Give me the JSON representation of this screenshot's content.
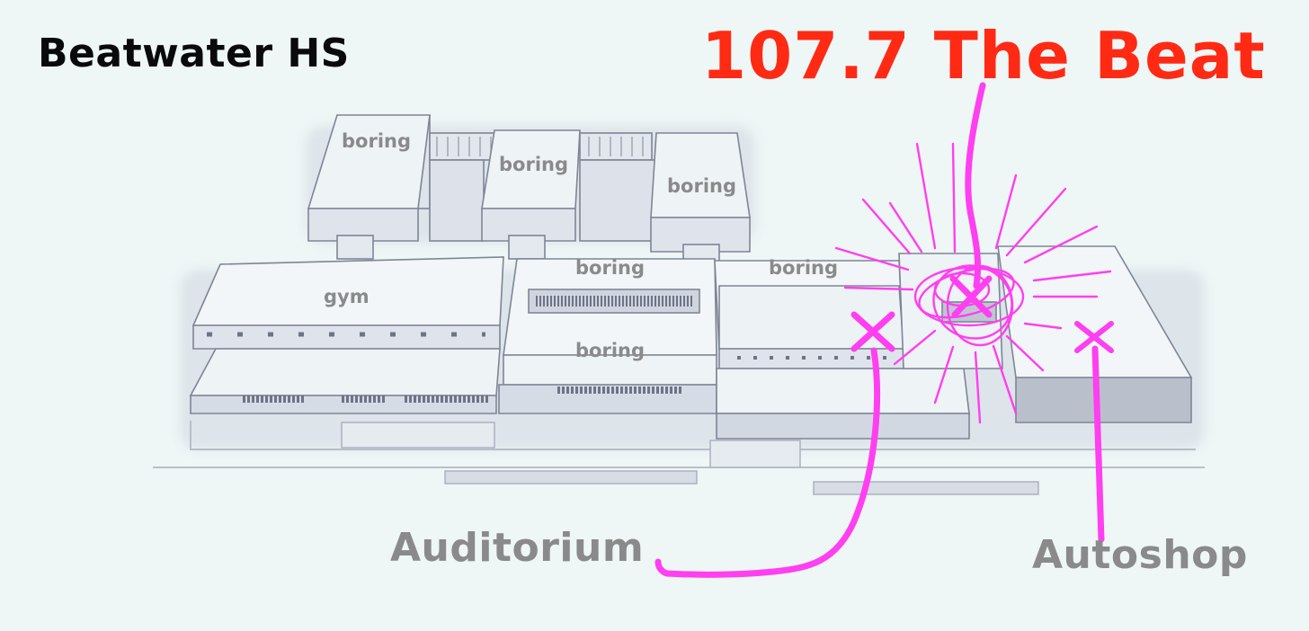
{
  "title": "Beatwater HS",
  "station": "107.7 The Beat",
  "buildings": {
    "top_left": "boring",
    "top_middle": "boring",
    "top_right": "boring",
    "gym": "gym",
    "center_back": "boring",
    "center_front": "boring",
    "right_back": "boring"
  },
  "destinations": {
    "auditorium": "Auditorium",
    "autoshop": "Autoshop"
  },
  "colors": {
    "background": "#eef6f6",
    "title": "#0a0a0a",
    "station": "#ff2a14",
    "route": "#ff3ff0",
    "building_label": "#8a8a8a",
    "sketch": "#8c93a3"
  }
}
